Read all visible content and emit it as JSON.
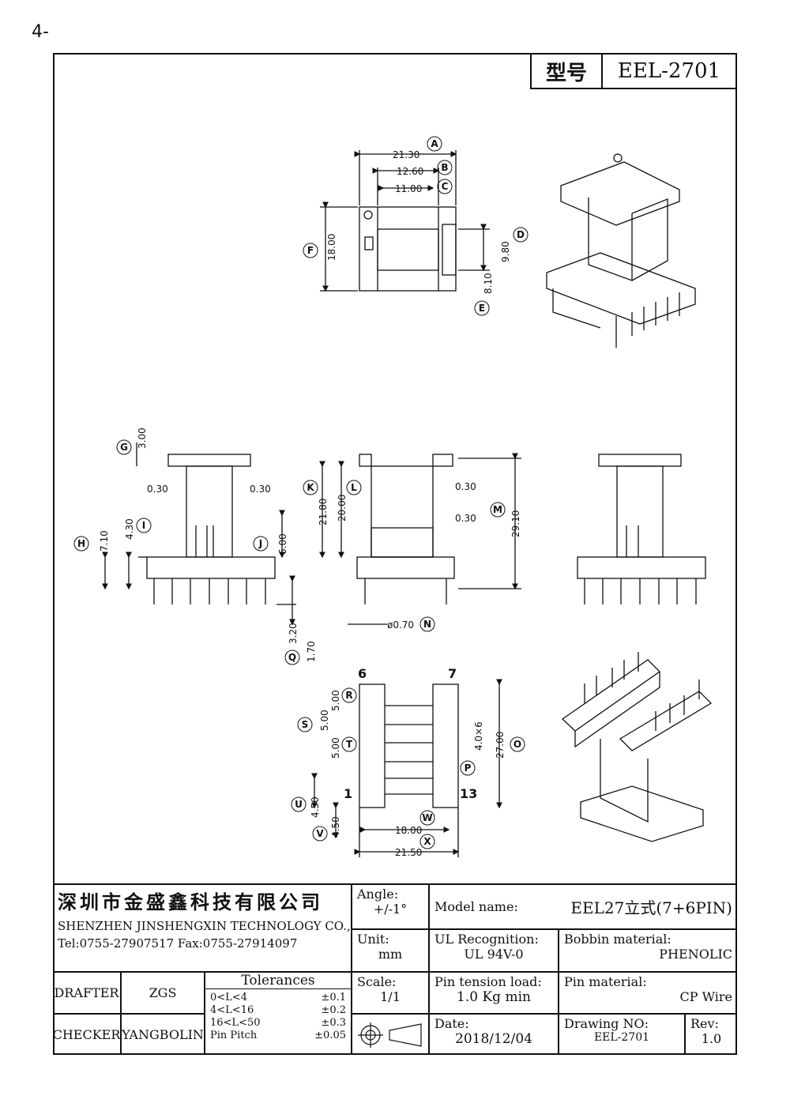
{
  "page_number": "4-",
  "header": {
    "model_label": "型号",
    "model_value": "EEL-2701"
  },
  "drawing": {
    "top_view": {
      "A": "21.30",
      "B": "12.60",
      "C": "11.00",
      "D": "9.80",
      "E": "8.10",
      "F": "18.00"
    },
    "front_view": {
      "G": "3.00",
      "gap_left": "0.30",
      "gap_right": "0.30",
      "H": "7.10",
      "I": "4.30",
      "J": "6.00",
      "pin_len": "3.20"
    },
    "side_view": {
      "K": "21.80",
      "L": "20.00",
      "M": "29.10",
      "gap_top": "0.30",
      "gap_bottom": "0.30",
      "N": "ø0.70"
    },
    "bottom_view": {
      "Q": "1.70",
      "R": "5.00",
      "S": "5.00",
      "T": "5.00",
      "U": "4.50",
      "V": "4.50",
      "O": "27.00",
      "P": "4.0×6",
      "W": "18.00",
      "X": "21.50",
      "pin6": "6",
      "pin7": "7",
      "pin1": "1",
      "pin13": "13"
    },
    "callout_letters": [
      "A",
      "B",
      "C",
      "D",
      "E",
      "F",
      "G",
      "H",
      "I",
      "J",
      "K",
      "L",
      "M",
      "N",
      "O",
      "P",
      "Q",
      "R",
      "S",
      "T",
      "U",
      "V",
      "W",
      "X"
    ]
  },
  "title_block": {
    "company_cn": "深圳市金盛鑫科技有限公司",
    "company_en": "SHENZHEN JINSHENGXIN TECHNOLOGY CO.,LTD",
    "contact": "Tel:0755-27907517   Fax:0755-27914097",
    "angle_label": "Angle:",
    "angle_value": "+/-1°",
    "model_name_label": "Model name:",
    "model_name_value": "EEL27立式(7+6PIN)",
    "unit_label": "Unit:",
    "unit_value": "mm",
    "ul_label": "UL Recognition:",
    "ul_value": "UL 94V-0",
    "bobbin_label": "Bobbin material:",
    "bobbin_value": "PHENOLIC",
    "drafter_label": "DRAFTER",
    "drafter_value": "ZGS",
    "tolerances_label": "Tolerances",
    "tolerances": [
      {
        "range": "0<L<4",
        "value": "±0.1"
      },
      {
        "range": "4<L<16",
        "value": "±0.2"
      },
      {
        "range": "16<L<50",
        "value": "±0.3"
      },
      {
        "range": "Pin Pitch",
        "value": "±0.05"
      }
    ],
    "scale_label": "Scale:",
    "scale_value": "1/1",
    "pin_tension_label": "Pin tension load:",
    "pin_tension_value": "1.0 Kg min",
    "pin_material_label": "Pin material:",
    "pin_material_value": "CP Wire",
    "checker_label": "CHECKER",
    "checker_value": "YANGBOLIN",
    "date_label": "Date:",
    "date_value": "2018/12/04",
    "drawing_no_label": "Drawing NO:",
    "drawing_no_value": "EEL-2701",
    "rev_label": "Rev:",
    "rev_value": "1.0"
  }
}
